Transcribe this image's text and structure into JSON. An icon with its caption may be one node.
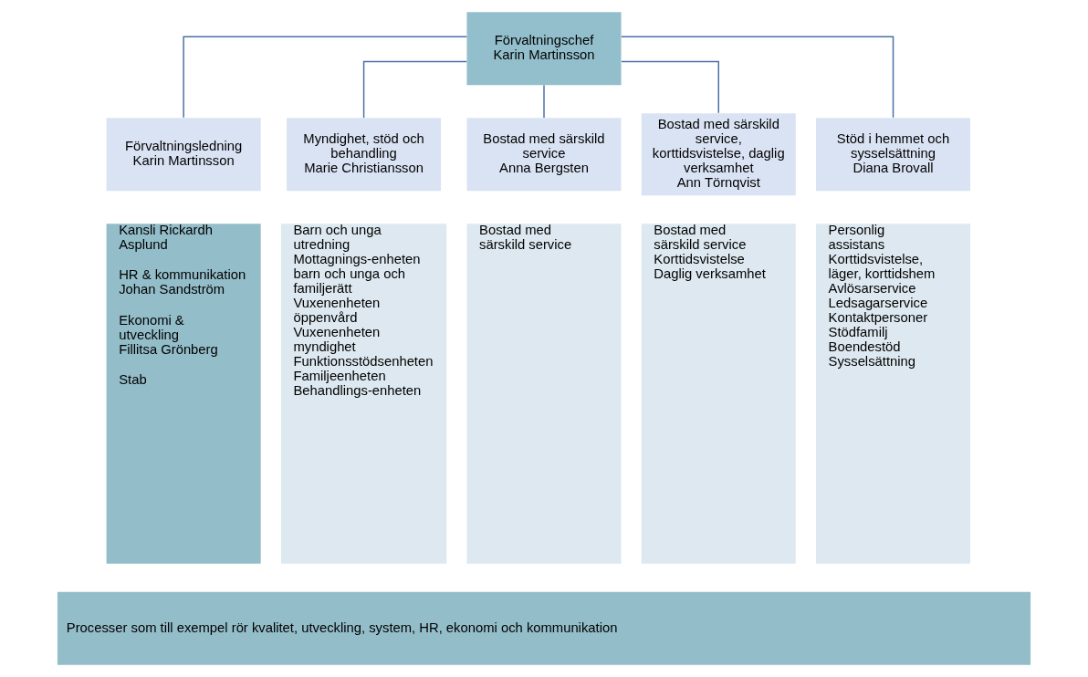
{
  "diagram": {
    "nodes": [
      {
        "text": [
          "Förvaltningschef",
          "Karin Martinsson"
        ]
      },
      {
        "text": [
          "Förvaltningsledning",
          "Karin Martinsson"
        ]
      },
      {
        "text": [
          "Myndighet, stöd och behandling",
          "Marie Christiansson"
        ]
      },
      {
        "text": [
          "Bostad med särskild service",
          "Anna Bergsten"
        ]
      },
      {
        "text": [
          "Bostad med särskild service, korttidsvistelse, daglig verksamhet",
          "Ann Törnqvist"
        ]
      },
      {
        "text": [
          "Stöd i hemmet och sysselsättning",
          "Diana Brovall"
        ]
      },
      {
        "text": [
          "Kansli Rickardh Asplund",
          "HR & kommunikation Johan Sandström",
          "Ekonomi & utveckling Fillitsa Grönberg",
          "Stab"
        ]
      },
      {
        "text": [
          "Barn och unga utredning",
          "Mottagnings-enheten barn och unga och familjerätt",
          "Vuxenenheten öppenvård",
          "Vuxenenheten myndighet",
          "Funktionsstödsenheten",
          "Familjeenheten",
          "Behandlings-enheten"
        ]
      },
      {
        "text": [
          "Bostad med särskild service"
        ]
      },
      {
        "text": [
          "Bostad med särskild service",
          "Korttidsvistelse",
          "Daglig verksamhet"
        ]
      },
      {
        "text": [
          "Personlig assistans",
          "Korttidsvistelse, läger, korttidshem",
          "Avlösarservice",
          "Ledsagarservice",
          "Kontaktpersoner",
          "Stödfamilj",
          "Boendestöd",
          "Sysselsättning"
        ]
      },
      {
        "text": [
          "Processer som till exempel rör kvalitet, utveckling, system, HR, ekonomi och kommunikation"
        ]
      }
    ],
    "edges": [
      {
        "from": 0,
        "to": 1,
        "arrow": "none"
      },
      {
        "from": 0,
        "to": 2,
        "arrow": "none"
      },
      {
        "from": 0,
        "to": 3,
        "arrow": "none"
      },
      {
        "from": 0,
        "to": 4,
        "arrow": "none"
      },
      {
        "from": 0,
        "to": 5,
        "arrow": "none"
      }
    ]
  }
}
